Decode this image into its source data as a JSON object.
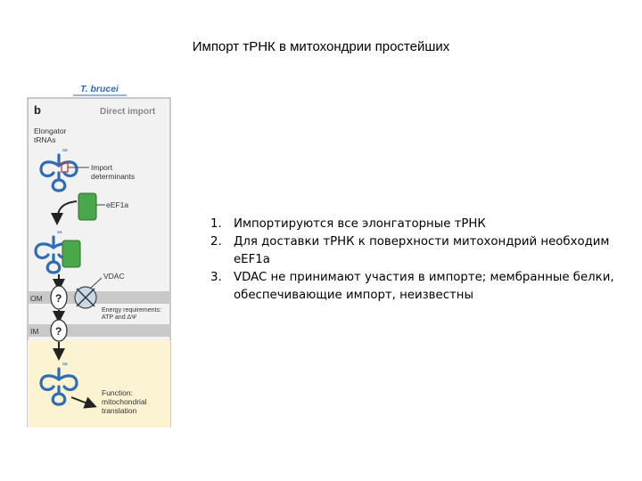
{
  "slide": {
    "title": "Импорт тРНК в митохондрии простейших"
  },
  "figure": {
    "organism": "T. brucei",
    "panel_letter": "b",
    "panel_title": "Direct import",
    "labels": {
      "elongator_1": "Elongator",
      "elongator_2": "tRNAs",
      "import_1": "Import",
      "import_2": "determinants",
      "eef1a": "eEF1a",
      "vdac": "VDAC",
      "om": "OM",
      "im": "IM",
      "energy_1": "Energy requirements:",
      "energy_2": "ATP and ΔΨ",
      "function_1": "Function:",
      "function_2": "mitochondrial",
      "function_3": "translation",
      "unknown_mark": "?"
    },
    "colors": {
      "trna": "#2f6db4",
      "eef1a": "#4aa84a",
      "membrane": "#c9c9c9",
      "matrix": "#fbf3d2",
      "panel_border": "#9a9a9a"
    }
  },
  "notes": [
    {
      "num": "1.",
      "text": "Импортируются все элонгаторные тРНК"
    },
    {
      "num": "2.",
      "text": "Для доставки тРНК к поверхности митохондрий необходим eEF1a"
    },
    {
      "num": "3.",
      "text": "VDAC не принимают участия в импорте; мембранные белки, обеспечивающие импорт, неизвестны"
    }
  ]
}
